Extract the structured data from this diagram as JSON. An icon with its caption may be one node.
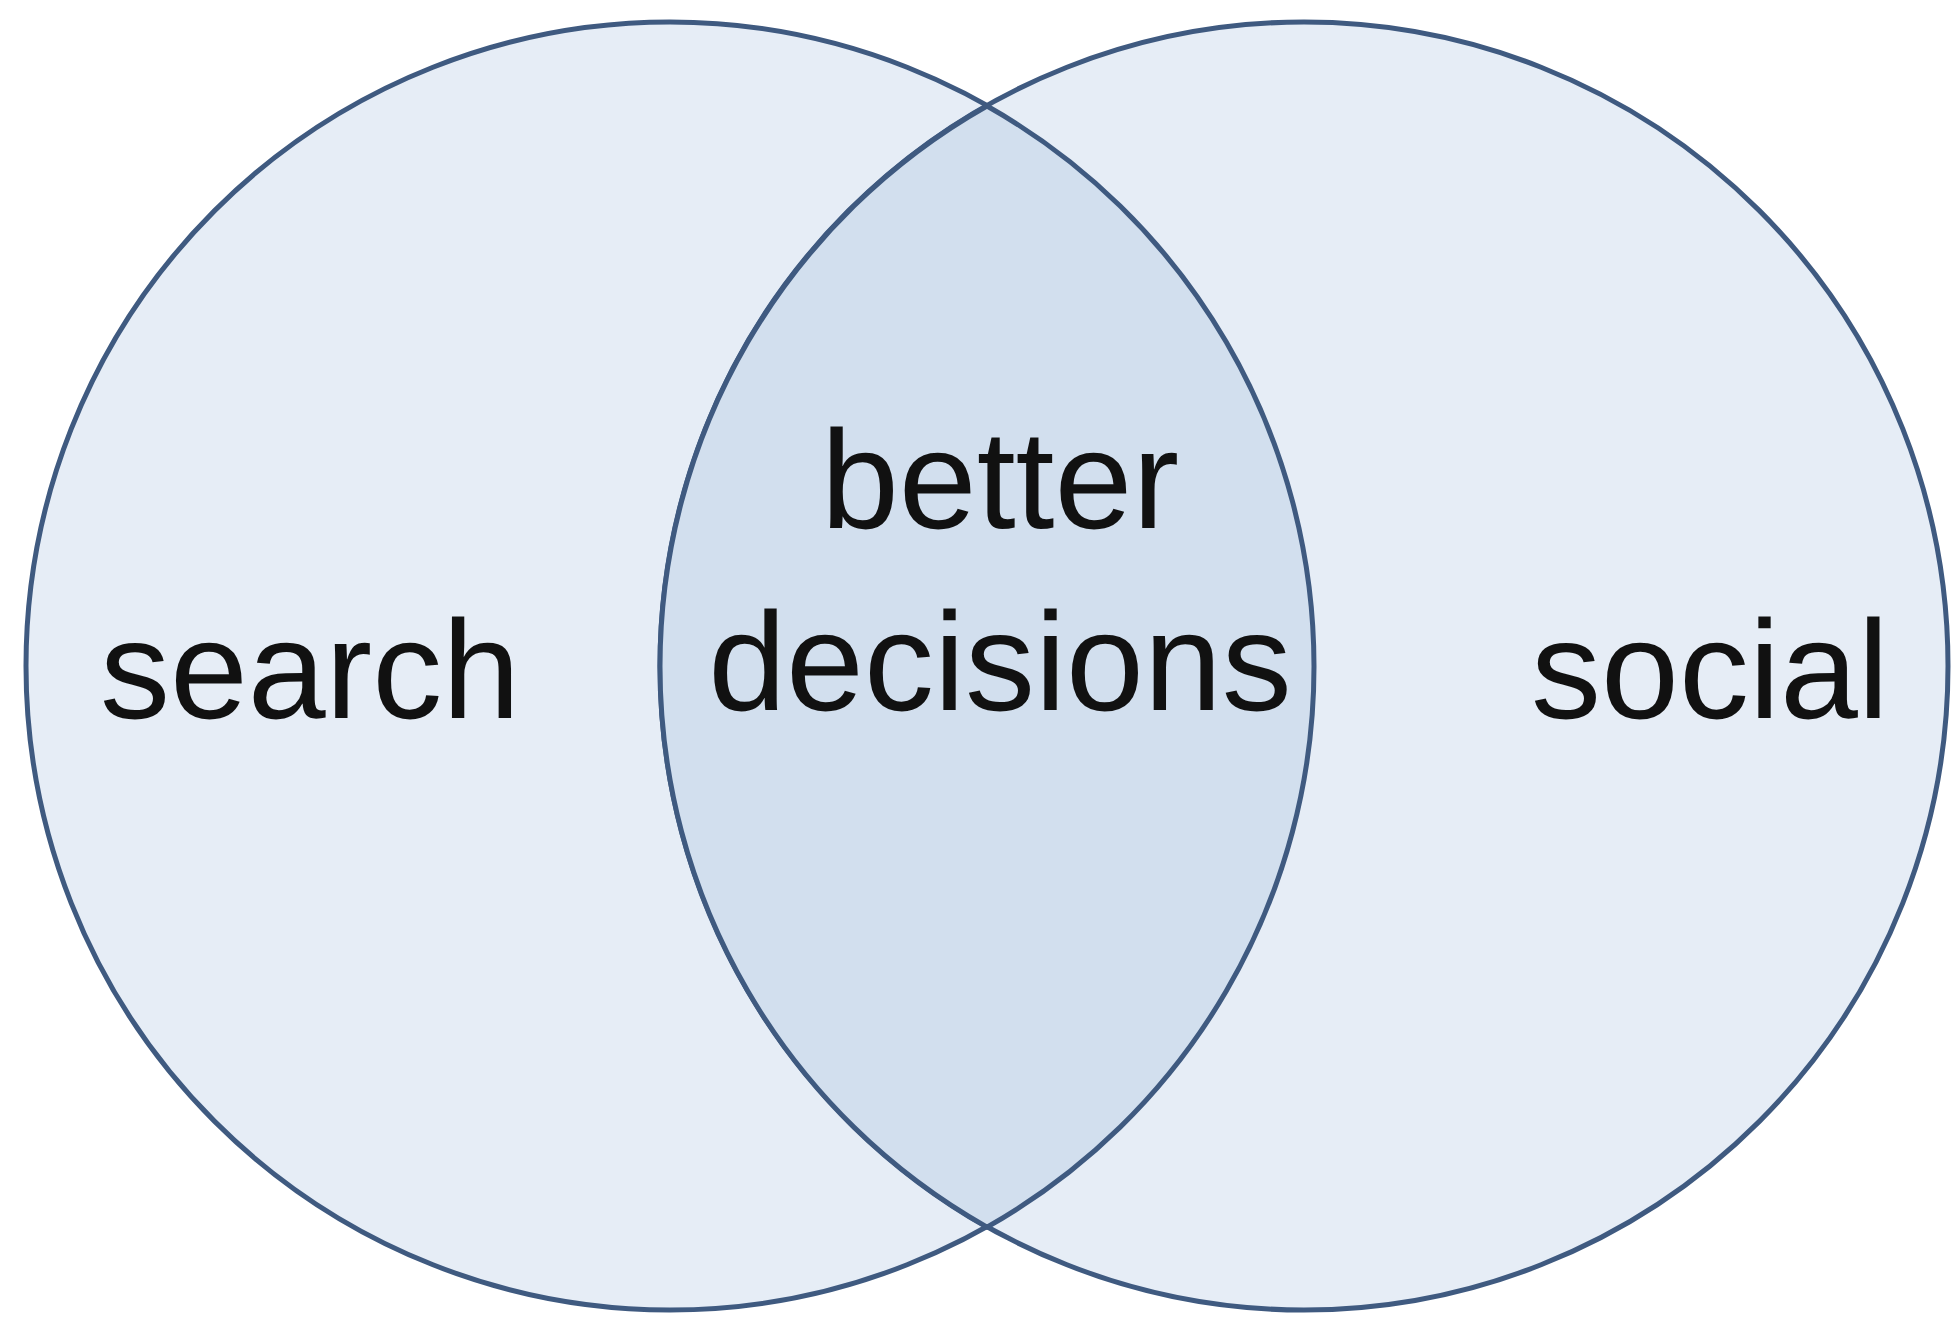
{
  "diagram": {
    "nodes": [
      {
        "text": [
          "search"
        ]
      },
      {
        "text": [
          "social"
        ]
      },
      {
        "text": [
          "better decisions"
        ]
      }
    ]
  }
}
